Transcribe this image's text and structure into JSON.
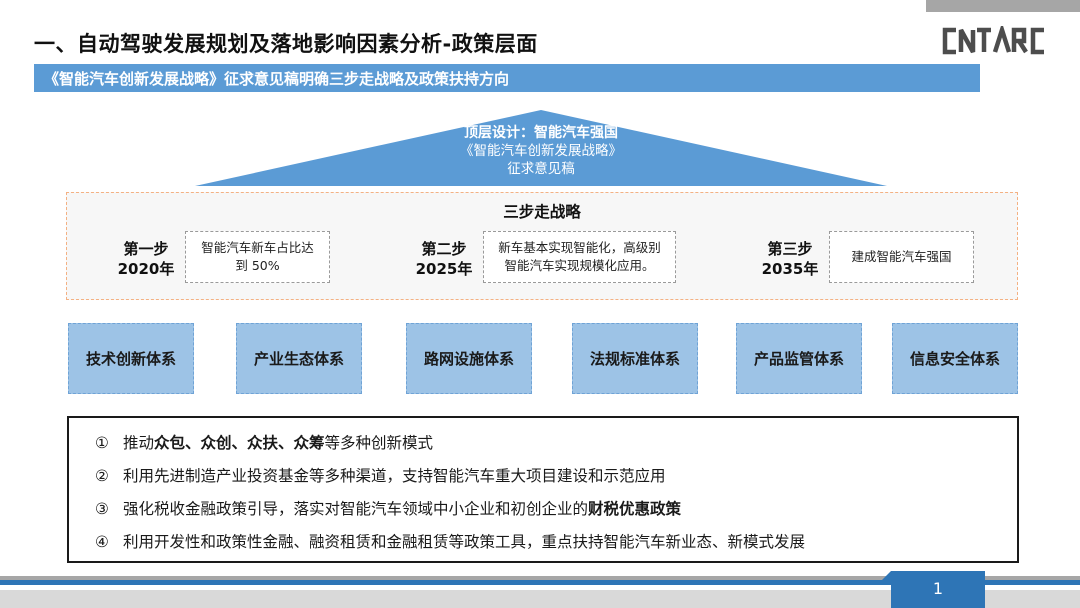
{
  "header": {
    "title": "一、自动驾驶发展规划及落地影响因素分析-政策层面",
    "logo_text": "CNTARC"
  },
  "subtitle": "《智能汽车创新发展战略》征求意见稿明确三步走战略及政策扶持方向",
  "roof": {
    "line1": "顶层设计：智能汽车强国",
    "line2": "《智能汽车创新发展战略》",
    "line3": "征求意见稿",
    "color": "#5b9bd5"
  },
  "strategy": {
    "title": "三步走战略",
    "steps": [
      {
        "label": "第一步",
        "year": "2020年",
        "desc_line1": "智能汽车新车占比达",
        "desc_line2": "到 50%"
      },
      {
        "label": "第二步",
        "year": "2025年",
        "desc_line1": "新车基本实现智能化，高级别",
        "desc_line2": "智能汽车实现规模化应用。"
      },
      {
        "label": "第三步",
        "year": "2035年",
        "desc_line1": "建成智能汽车强国",
        "desc_line2": ""
      }
    ]
  },
  "pillars": [
    "技术创新体系",
    "产业生态体系",
    "路网设施体系",
    "法规标准体系",
    "产品监管体系",
    "信息安全体系"
  ],
  "measures": [
    {
      "num": "①",
      "pre": "推动",
      "bold": "众包、众创、众扶、众筹",
      "post": "等多种创新模式"
    },
    {
      "num": "②",
      "pre": "利用先进制造产业投资基金等多种渠道，支持智能汽车重大项目建设和示范应用",
      "bold": "",
      "post": ""
    },
    {
      "num": "③",
      "pre": "强化税收金融政策引导，落实对智能汽车领域中小企业和初创企业的",
      "bold": "财税优惠政策",
      "post": ""
    },
    {
      "num": "④",
      "pre": "利用开发性和政策性金融、融资租赁和金融租赁等政策工具，重点扶持智能汽车新业态、新模式发展",
      "bold": "",
      "post": ""
    }
  ],
  "footer": {
    "page_number": "1"
  },
  "colors": {
    "accent_blue": "#5b9bd5",
    "pillar_blue": "#9dc3e6",
    "dark_blue": "#2e75b6",
    "dashed_orange": "#f4b183"
  }
}
